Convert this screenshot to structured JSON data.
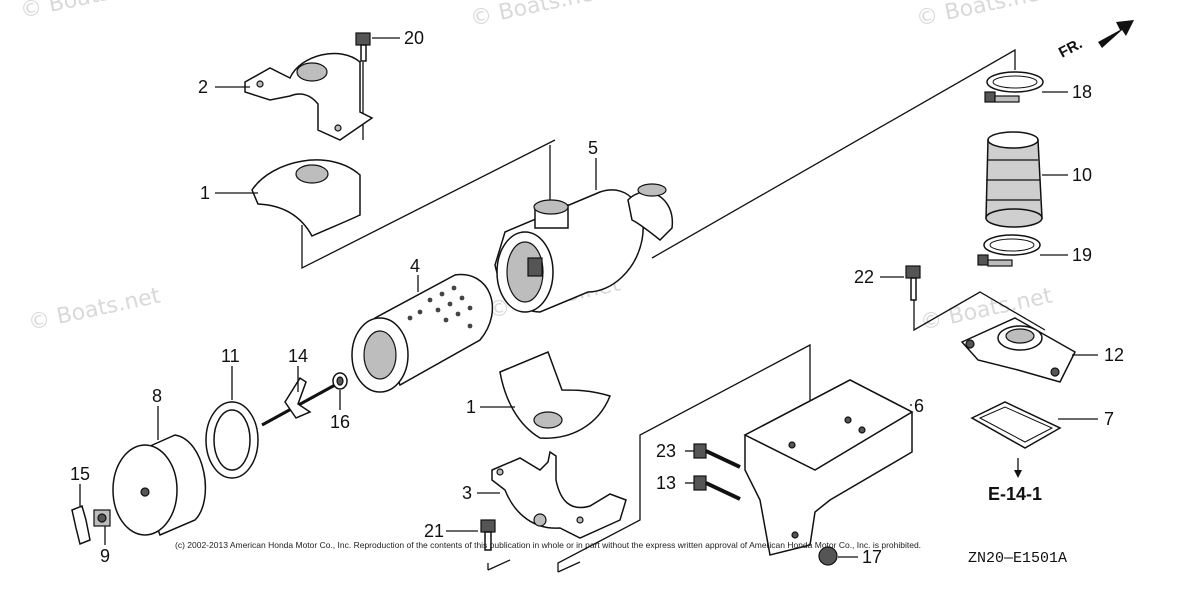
{
  "watermark": {
    "text_full": "© Boats.net",
    "text_top_left": "© Boats."
  },
  "copyright": "(c) 2002-2013 American Honda Motor Co., Inc. Reproduction of the contents of this publication in whole or in part without the express written approval of American Honda Motor Co., Inc. is prohibited.",
  "diagram_code": "ZN20—E1501A",
  "front_label": "FR.",
  "reference_label": "E-14-1",
  "callouts": {
    "c1a": "1",
    "c1b": "1",
    "c2": "2",
    "c3": "3",
    "c4": "4",
    "c5": "5",
    "c6": "6",
    "c7": "7",
    "c8": "8",
    "c9": "9",
    "c10": "10",
    "c11": "11",
    "c12": "12",
    "c13": "13",
    "c14": "14",
    "c15": "15",
    "c16": "16",
    "c17": "17",
    "c18": "18",
    "c19": "19",
    "c20": "20",
    "c21": "21",
    "c22": "22",
    "c23": "23"
  }
}
